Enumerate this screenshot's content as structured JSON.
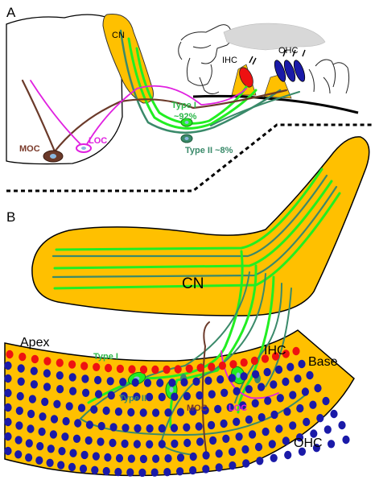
{
  "panelA": {
    "letter": "A",
    "cn": "CN",
    "ihc": "IHC",
    "ohc": "OHC",
    "moc": "MOC",
    "loc": "LOC",
    "type1_line1": "Type I",
    "type1_line2": "~92%",
    "type2": "Type II ~8%"
  },
  "panelB": {
    "letter": "B",
    "cn": "CN",
    "apex": "Apex",
    "base": "Base",
    "ihc": "IHC",
    "ohc": "OHC",
    "type1": "Type I",
    "type2": "Type II",
    "moc": "MOC",
    "loc": "LOC"
  },
  "colors": {
    "nucleus_fill": "#ffc000",
    "type1_fiber": "#22ee22",
    "type2_fiber": "#3a8a6a",
    "moc_fiber": "#6b3a2a",
    "loc_fiber": "#e020e0",
    "inner_hair_cell": "#ee1111",
    "outer_hair_cell": "#1a1aa8",
    "type_label_green": "#2db84a",
    "moc_label": "#7a3a2a",
    "loc_label": "#e020e0"
  }
}
